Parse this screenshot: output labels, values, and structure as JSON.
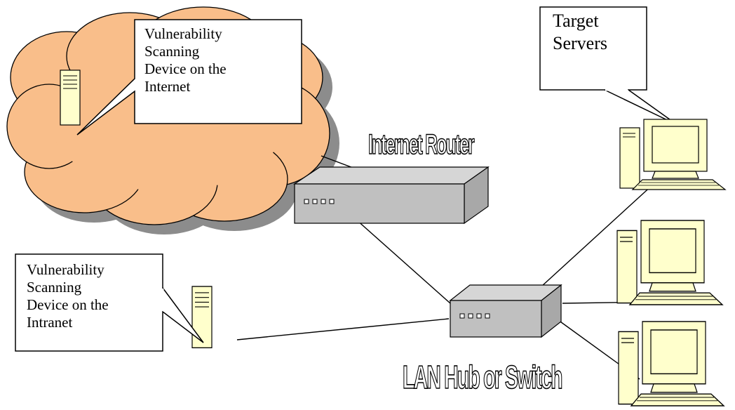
{
  "labels": {
    "internet_scanner": "Vulnerability\nScanning\nDevice on the\nInternet",
    "intranet_scanner": "Vulnerability\nScanning\nDevice on the\nIntranet",
    "target_servers": "Target\nServers",
    "router": "Internet Router",
    "hub": "LAN Hub or Switch"
  },
  "icons": {
    "cloud": "internet-cloud-icon",
    "router": "router-box-icon",
    "hub": "hub-switch-box-icon",
    "server": "server-tower-icon",
    "workstation": "workstation-computer-icon"
  },
  "colors": {
    "cloud_fill": "#f9be8a",
    "cloud_shadow": "#8c8c8c",
    "device_fill": "#c0c0c0",
    "computer_fill": "#ffffcc",
    "line": "#000000"
  }
}
